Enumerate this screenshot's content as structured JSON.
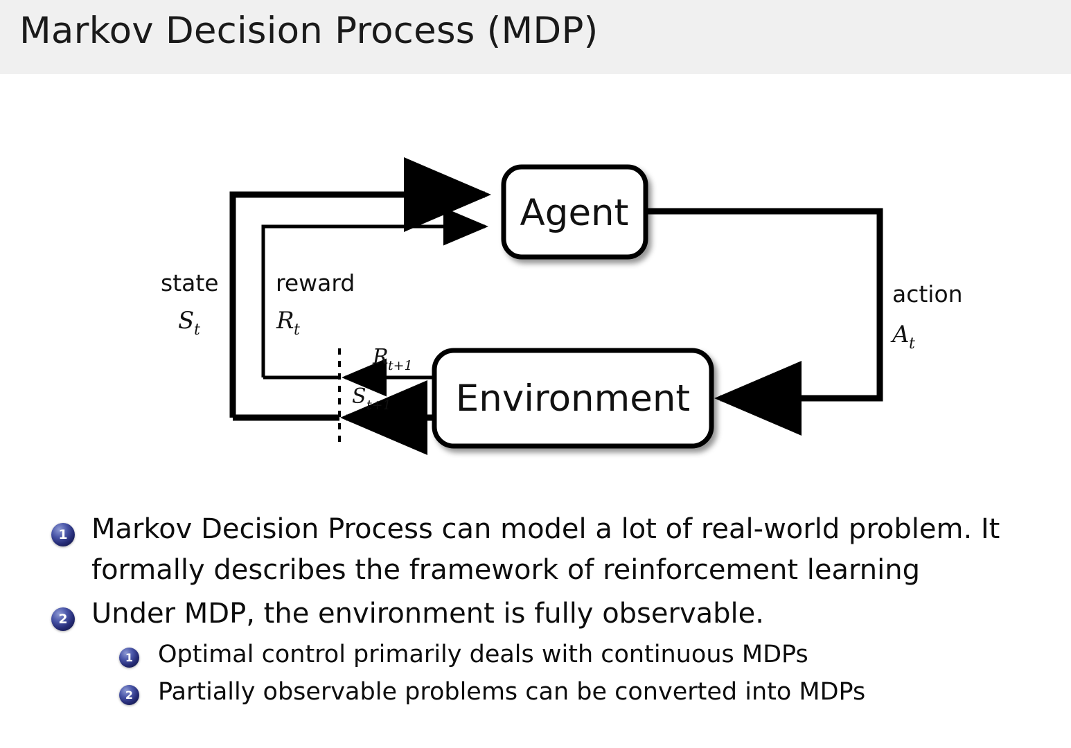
{
  "header": {
    "title": "Markov Decision Process (MDP)",
    "background_color": "#f0f0f0"
  },
  "diagram": {
    "name": "agent-environment-interaction-loop",
    "nodes": [
      {
        "id": "agent",
        "label": "Agent"
      },
      {
        "id": "environment",
        "label": "Environment"
      }
    ],
    "edge_labels": {
      "state_word": "state",
      "state_symbol": "S",
      "state_subscript": "t",
      "reward_word": "reward",
      "reward_symbol": "R",
      "reward_subscript": "t",
      "action_word": "action",
      "action_symbol": "A",
      "action_subscript": "t",
      "next_reward_symbol": "R",
      "next_reward_subscript": "t+1",
      "next_state_symbol": "S",
      "next_state_subscript": "t+1"
    },
    "line_color": "#000000"
  },
  "bullets": {
    "marker_color": "#262c77",
    "level1": [
      {
        "number": "1",
        "text": "Markov Decision Process can model a lot of real-world problem. It formally describes the framework of reinforcement learning"
      },
      {
        "number": "2",
        "text": "Under MDP, the environment is fully observable."
      }
    ],
    "level2": [
      {
        "number": "1",
        "text": "Optimal control primarily deals with continuous MDPs"
      },
      {
        "number": "2",
        "text": "Partially observable problems can be converted into MDPs"
      }
    ]
  }
}
